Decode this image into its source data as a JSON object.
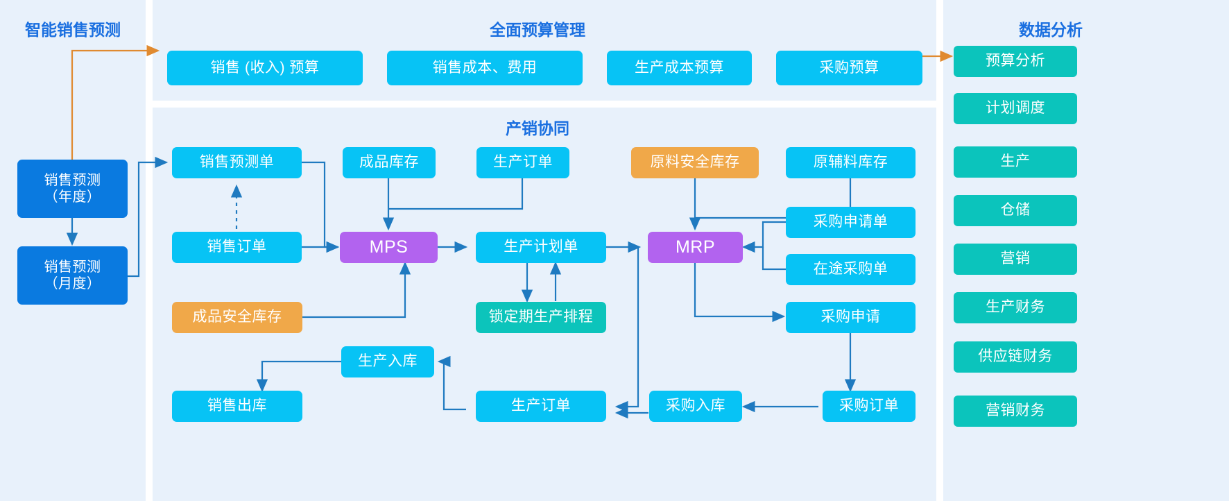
{
  "panels": {
    "left": {
      "title": "智能销售预测"
    },
    "budget": {
      "title": "全面预算管理"
    },
    "collab": {
      "title": "产销协同"
    },
    "analysis": {
      "title": "数据分析"
    }
  },
  "left_nodes": [
    {
      "id": "forecast-year",
      "label1": "销售预测",
      "label2": "（年度）"
    },
    {
      "id": "forecast-month",
      "label1": "销售预测",
      "label2": "（月度）"
    }
  ],
  "budget_nodes": [
    {
      "id": "sales-revenue-budget",
      "label": "销售 (收入) 预算"
    },
    {
      "id": "sales-cost-expense",
      "label": "销售成本、费用"
    },
    {
      "id": "production-cost-budget",
      "label": "生产成本预算"
    },
    {
      "id": "purchase-budget",
      "label": "采购预算"
    }
  ],
  "collab_nodes": [
    {
      "id": "sales-forecast-order",
      "label": "销售预测单"
    },
    {
      "id": "finished-goods-stock",
      "label": "成品库存"
    },
    {
      "id": "production-order-top",
      "label": "生产订单"
    },
    {
      "id": "material-safety-stock",
      "label": "原料安全库存"
    },
    {
      "id": "raw-aux-material-stock",
      "label": "原辅料库存"
    },
    {
      "id": "sales-order",
      "label": "销售订单"
    },
    {
      "id": "mps",
      "label": "MPS"
    },
    {
      "id": "production-plan-order",
      "label": "生产计划单"
    },
    {
      "id": "mrp",
      "label": "MRP"
    },
    {
      "id": "purchase-request-form",
      "label": "采购申请单"
    },
    {
      "id": "in-transit-purchase",
      "label": "在途采购单"
    },
    {
      "id": "finished-safety-stock",
      "label": "成品安全库存"
    },
    {
      "id": "locked-period-schedule",
      "label": "锁定期生产排程"
    },
    {
      "id": "purchase-request",
      "label": "采购申请"
    },
    {
      "id": "production-inbound",
      "label": "生产入库"
    },
    {
      "id": "sales-outbound",
      "label": "销售出库"
    },
    {
      "id": "production-order-bottom",
      "label": "生产订单"
    },
    {
      "id": "purchase-inbound",
      "label": "采购入库"
    },
    {
      "id": "purchase-order",
      "label": "采购订单"
    }
  ],
  "analysis_items": [
    {
      "id": "budget-analysis",
      "label": "预算分析"
    },
    {
      "id": "plan-scheduling",
      "label": "计划调度"
    },
    {
      "id": "production",
      "label": "生产"
    },
    {
      "id": "warehousing",
      "label": "仓储"
    },
    {
      "id": "marketing",
      "label": "营销"
    },
    {
      "id": "production-finance",
      "label": "生产财务"
    },
    {
      "id": "supply-chain-finance",
      "label": "供应链财务"
    },
    {
      "id": "marketing-finance",
      "label": "营销财务"
    }
  ],
  "colors": {
    "panel_bg": "#e8f1fb",
    "title_blue": "#1a6fe0",
    "node_cyan": "#07c3f5",
    "node_blue": "#0a7ae0",
    "node_purple": "#b263ef",
    "node_orange": "#f0a849",
    "node_teal": "#0cc4bb",
    "wire_blue": "#1f7ac0",
    "wire_orange": "#e08a30"
  }
}
